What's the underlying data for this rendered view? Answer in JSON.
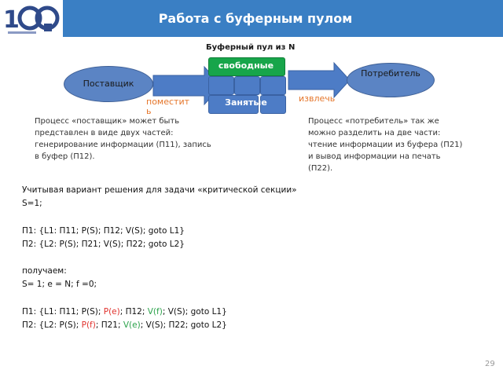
{
  "header": {
    "title": "Работа с буферным пулом"
  },
  "diagram": {
    "pool_title": "Буферный пул из N",
    "supplier": "Поставщик",
    "consumer": "Потребитель",
    "free_label": "свободные",
    "busy_label": "Занятые",
    "put_label": "поместить",
    "get_label": "извлечь"
  },
  "supplier_text": "Процесс «поставщик» может быть представлен в виде двух частей: генерирование информации (П11), запись в буфер (П12).",
  "consumer_text": "Процесс «потребитель» так же можно разделить на две части: чтение информации из буфера (П21) и вывод информации на печать (П22).",
  "intro": "Учитывая вариант решения для задачи «критической секции»",
  "s_init": "S=1;",
  "p1_first": "П1: {L1: П11; P(S); П12; V(S); goto L1}",
  "p2_first": "П2: {L2: P(S); П21; V(S); П22; goto L2}",
  "result_label": "получаем:",
  "init2": "S= 1; e = N; f =0;",
  "p1_second": {
    "part1": "П1: {L1: П11; P(S); ",
    "pe": "P(e)",
    "part2": "; П12; ",
    "vf": "V(f)",
    "part3": "; V(S); goto L1}"
  },
  "p2_second": {
    "part1": "П2: {L2: P(S); ",
    "pf": "P(f)",
    "part2": "; П21; ",
    "ve": "V(e)",
    "part3": "; V(S); П22; goto L2}"
  },
  "page_number": "29",
  "colors": {
    "header": "#3a7fc4",
    "cells": "#4d7cc6",
    "free_cells": "#17a54a",
    "orange": "#e5762b",
    "red": "#e0302b",
    "green": "#2aa24a"
  }
}
